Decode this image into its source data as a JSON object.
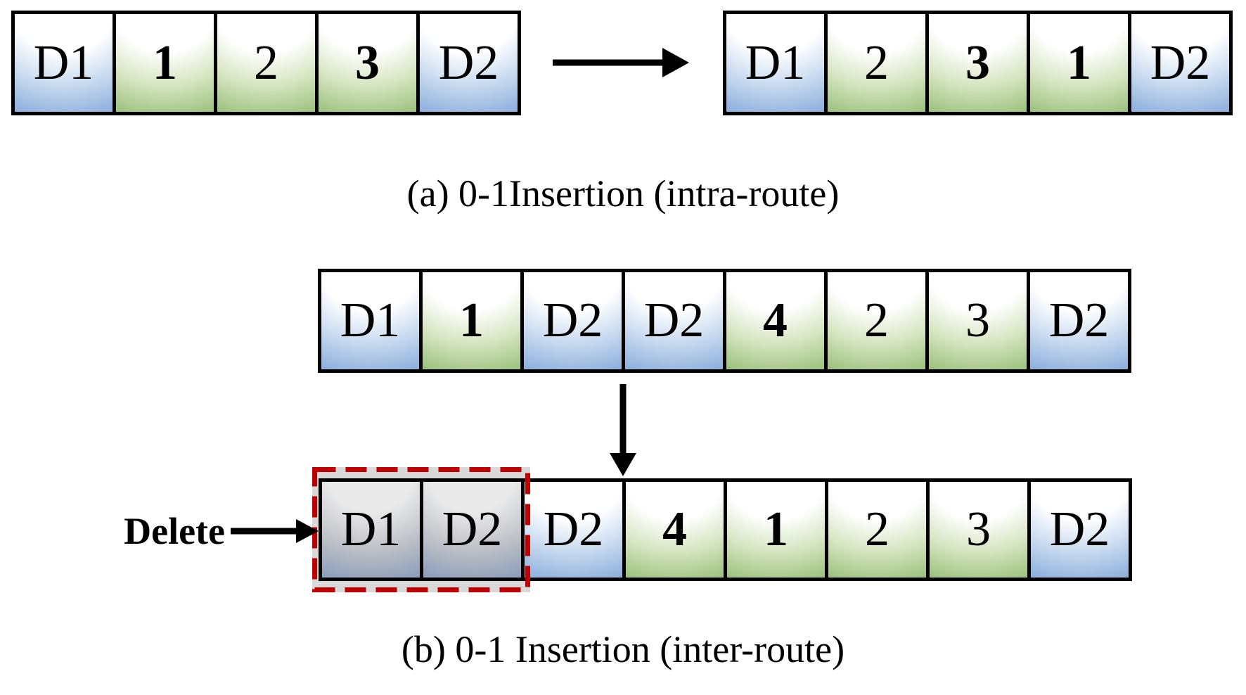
{
  "figure": {
    "captions": {
      "a": "(a) 0-1Insertion (intra-route)",
      "b": "(b) 0-1 Insertion (inter-route)"
    },
    "delete_annotation": {
      "label": "Delete"
    }
  },
  "rows": {
    "route_a_before": {
      "cells": [
        {
          "label": "D1",
          "color": "blue",
          "bold": false
        },
        {
          "label": "1",
          "color": "green",
          "bold": true
        },
        {
          "label": "2",
          "color": "green",
          "bold": false
        },
        {
          "label": "3",
          "color": "green",
          "bold": true
        },
        {
          "label": "D2",
          "color": "blue",
          "bold": false
        }
      ]
    },
    "route_a_after": {
      "cells": [
        {
          "label": "D1",
          "color": "blue",
          "bold": false
        },
        {
          "label": "2",
          "color": "green",
          "bold": false
        },
        {
          "label": "3",
          "color": "green",
          "bold": true
        },
        {
          "label": "1",
          "color": "green",
          "bold": true
        },
        {
          "label": "D2",
          "color": "blue",
          "bold": false
        }
      ]
    },
    "routes_b_before": {
      "cells": [
        {
          "label": "D1",
          "color": "blue",
          "bold": false
        },
        {
          "label": "1",
          "color": "green",
          "bold": true
        },
        {
          "label": "D2",
          "color": "blue",
          "bold": false
        },
        {
          "label": "D2",
          "color": "blue",
          "bold": false
        },
        {
          "label": "4",
          "color": "green",
          "bold": true
        },
        {
          "label": "2",
          "color": "green",
          "bold": false
        },
        {
          "label": "3",
          "color": "green",
          "bold": false
        },
        {
          "label": "D2",
          "color": "blue",
          "bold": false
        }
      ]
    },
    "routes_b_after": {
      "cells": [
        {
          "label": "D1",
          "color": "gray",
          "bold": false
        },
        {
          "label": "D2",
          "color": "gray",
          "bold": false
        },
        {
          "label": "D2",
          "color": "blue",
          "bold": false
        },
        {
          "label": "4",
          "color": "green",
          "bold": true
        },
        {
          "label": "1",
          "color": "green",
          "bold": true
        },
        {
          "label": "2",
          "color": "green",
          "bold": false
        },
        {
          "label": "3",
          "color": "green",
          "bold": false
        },
        {
          "label": "D2",
          "color": "blue",
          "bold": false
        }
      ]
    }
  },
  "colors": {
    "depot_fill": "#7da5d8",
    "customer_fill": "#8eba6c",
    "deleted_fill": "#8096ba",
    "delete_box_border": "#c00000",
    "delete_box_fill": "#d9d9d9",
    "arrow": "#000000"
  },
  "icons": {
    "right_arrow": "→",
    "down_arrow": "↓",
    "delete_arrow": "→"
  }
}
